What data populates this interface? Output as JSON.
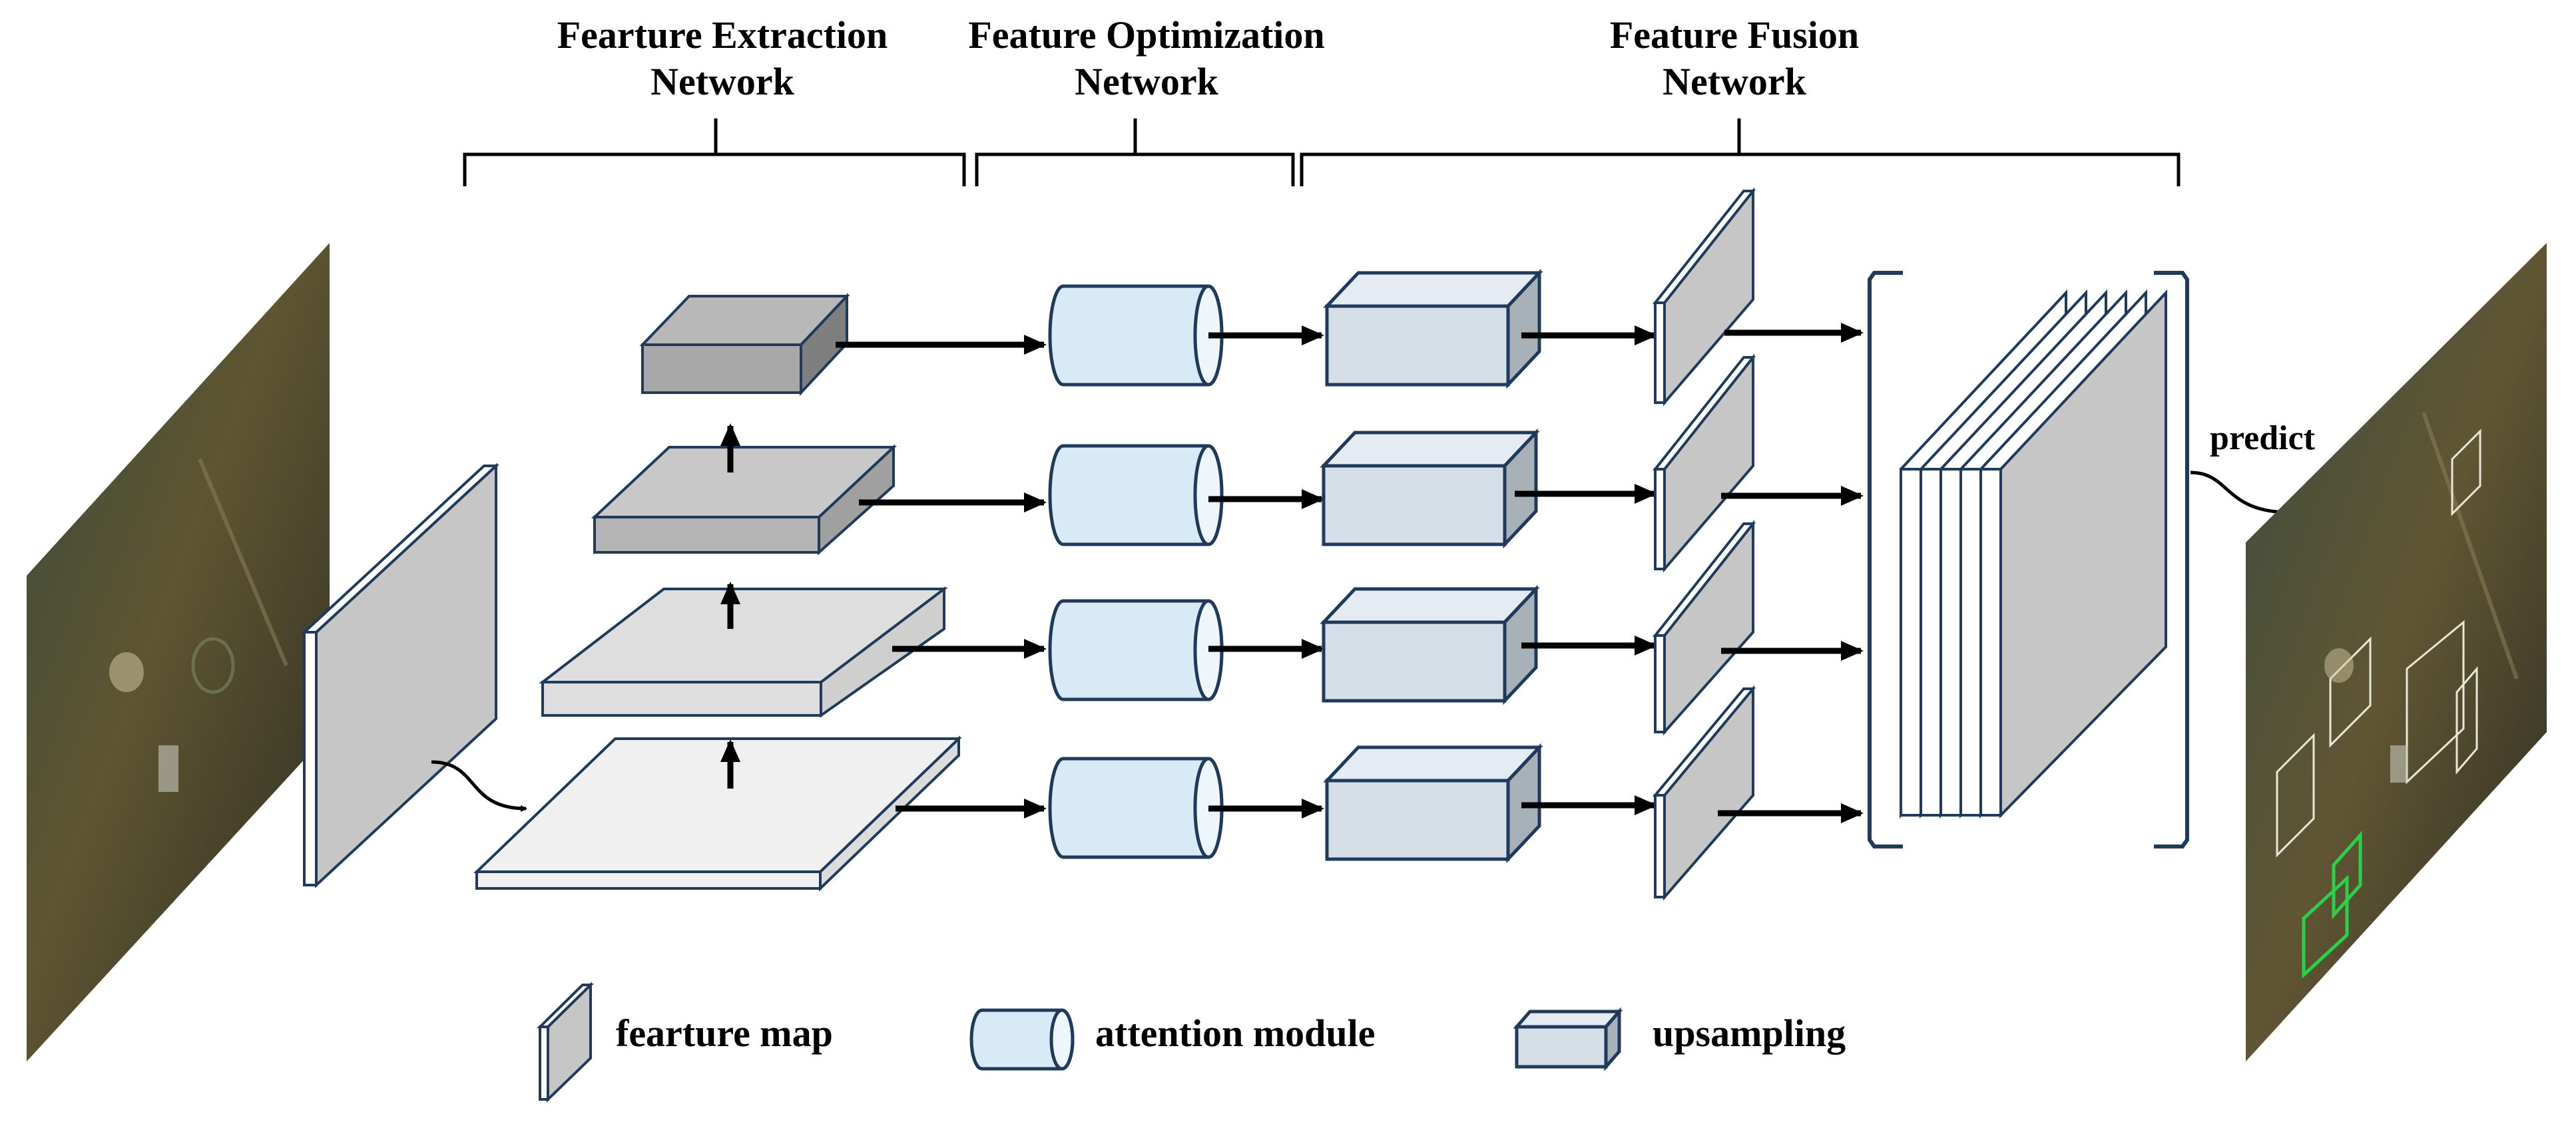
{
  "sections": [
    {
      "line1": "Fearture Extraction",
      "line2": "Network"
    },
    {
      "line1": "Feature Optimization",
      "line2": "Network"
    },
    {
      "line1": "Feature Fusion",
      "line2": "Network"
    }
  ],
  "predict_label": "predict",
  "legend": {
    "feature_map": "fearture map",
    "attention_module": "attention module",
    "upsampling": "upsampling"
  },
  "colors": {
    "stroke": "#1f3a5a",
    "feature_map_fill": "#c6c6c6",
    "pyramid_top": "#a8a8a8",
    "pyramid_level2": "#c8c8c8",
    "pyramid_level3": "#dedede",
    "pyramid_bottom": "#f0f0f0",
    "attention_fill": "#d9eaf7",
    "upsampling_fill": "#d6dfe8",
    "arrow": "#000000"
  }
}
